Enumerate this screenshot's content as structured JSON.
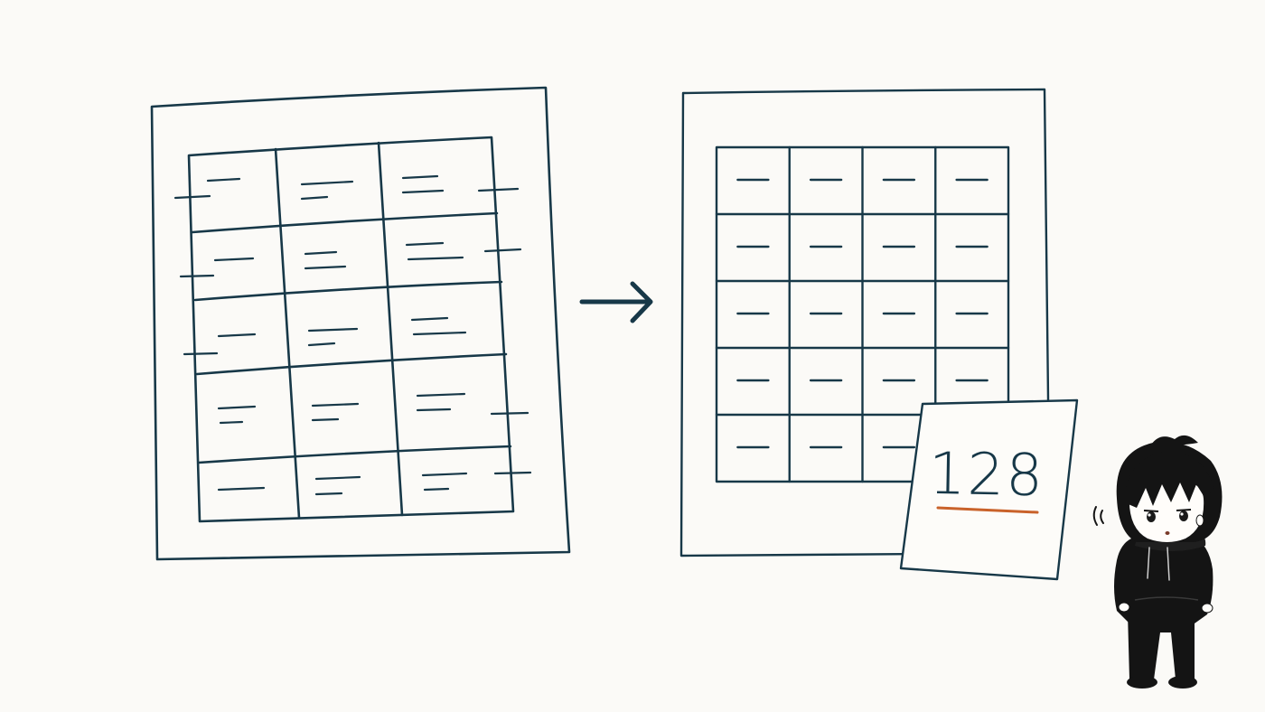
{
  "colors": {
    "background": "#fbfaf7",
    "ink": "#173848",
    "accent_underline": "#c9622a",
    "figure": "#141414",
    "skin": "#fffdfa"
  },
  "messy_table": {
    "rows": 5,
    "cols": 3
  },
  "clean_table": {
    "rows": 5,
    "cols": 4
  },
  "arrow_icon": "right-arrow-icon",
  "result_card": {
    "value": "128"
  },
  "character": {
    "description_icon": "person-in-black-hoodie"
  }
}
